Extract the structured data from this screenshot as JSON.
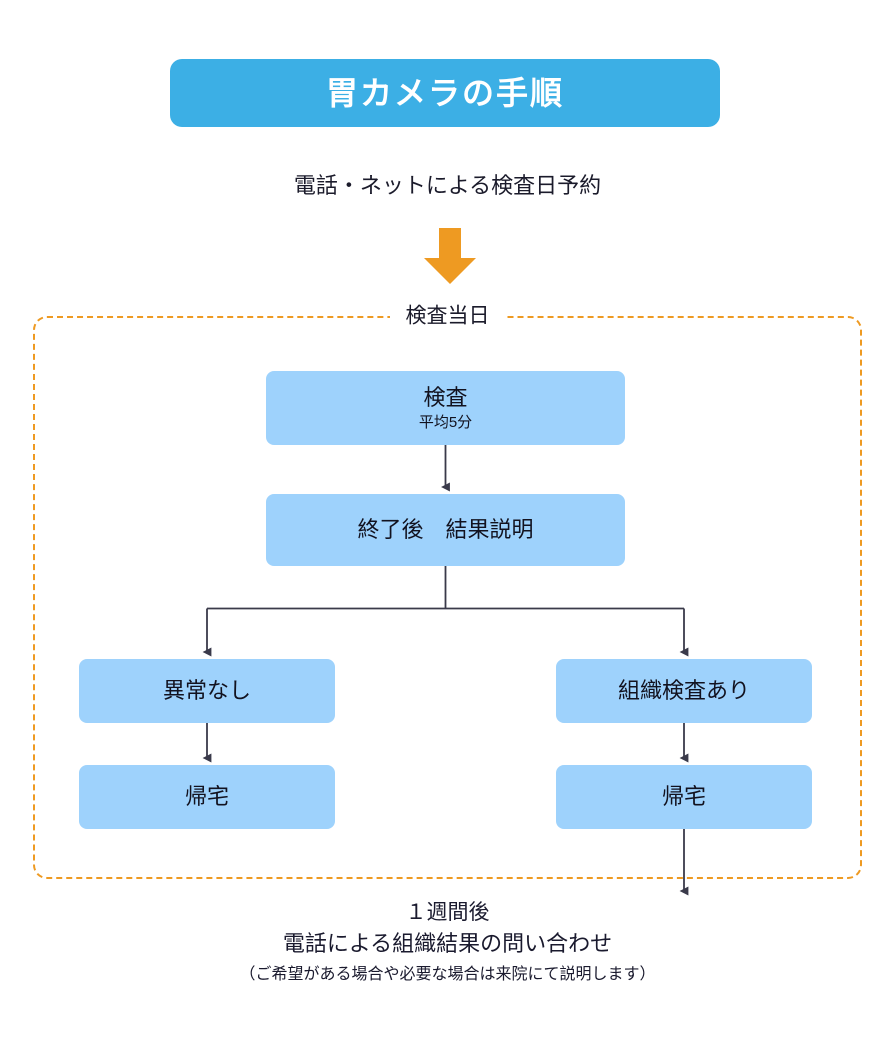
{
  "page": {
    "title": "胃カメラの手順",
    "background_color": "#ffffff"
  },
  "colors": {
    "banner_blue": "#3CAFE5",
    "box_blue": "#9ED2FC",
    "dashed_orange": "#EE9A22",
    "arrow_orange": "#EE9A22",
    "connector_gray": "#3a3a4a",
    "text_dark": "#1b1b2b",
    "banner_text": "#ffffff"
  },
  "steps": {
    "reservation": {
      "text": "電話・ネットによる検査日予約"
    },
    "down_arrow": {
      "icon": "down-block-arrow-icon",
      "color": "#EE9A22"
    }
  },
  "exam_day_region": {
    "label": "検査当日",
    "border_style": "dashed",
    "border_color": "#EE9A22",
    "boxes": [
      {
        "id": "exam",
        "title": "検査",
        "subtitle": "平均5分"
      },
      {
        "id": "result",
        "title": "終了後　結果説明",
        "subtitle": ""
      },
      {
        "id": "normal",
        "title": "異常なし",
        "subtitle": ""
      },
      {
        "id": "biopsy",
        "title": "組織検査あり",
        "subtitle": ""
      },
      {
        "id": "home_left",
        "title": "帰宅",
        "subtitle": ""
      },
      {
        "id": "home_right",
        "title": "帰宅",
        "subtitle": ""
      }
    ]
  },
  "footer": {
    "line1": "１週間後",
    "line2": "電話による組織結果の問い合わせ",
    "note": "（ご希望がある場合や必要な場合は来院にて説明します）"
  },
  "flow_data": {
    "type": "flowchart",
    "title": "胃カメラの手順",
    "nodes": [
      {
        "id": "reservation",
        "label": "電話・ネットによる検査日予約",
        "shape": "text"
      },
      {
        "id": "exam",
        "label": "検査 / 平均5分",
        "shape": "rounded-box"
      },
      {
        "id": "result",
        "label": "終了後　結果説明",
        "shape": "rounded-box"
      },
      {
        "id": "normal",
        "label": "異常なし",
        "shape": "rounded-box"
      },
      {
        "id": "biopsy",
        "label": "組織検査あり",
        "shape": "rounded-box"
      },
      {
        "id": "home_left",
        "label": "帰宅",
        "shape": "rounded-box"
      },
      {
        "id": "home_right",
        "label": "帰宅",
        "shape": "rounded-box"
      },
      {
        "id": "followup",
        "label": "１週間後 電話による組織結果の問い合わせ",
        "shape": "text"
      }
    ],
    "edges": [
      {
        "from": "reservation",
        "to": "exam",
        "style": "block-arrow"
      },
      {
        "from": "exam",
        "to": "result",
        "style": "arrow"
      },
      {
        "from": "result",
        "to": "normal",
        "style": "split-arrow"
      },
      {
        "from": "result",
        "to": "biopsy",
        "style": "split-arrow"
      },
      {
        "from": "normal",
        "to": "home_left",
        "style": "arrow"
      },
      {
        "from": "biopsy",
        "to": "home_right",
        "style": "arrow"
      },
      {
        "from": "home_right",
        "to": "followup",
        "style": "arrow"
      }
    ],
    "groups": [
      {
        "id": "exam_day",
        "label": "検査当日",
        "members": [
          "exam",
          "result",
          "normal",
          "biopsy",
          "home_left",
          "home_right"
        ]
      }
    ]
  }
}
